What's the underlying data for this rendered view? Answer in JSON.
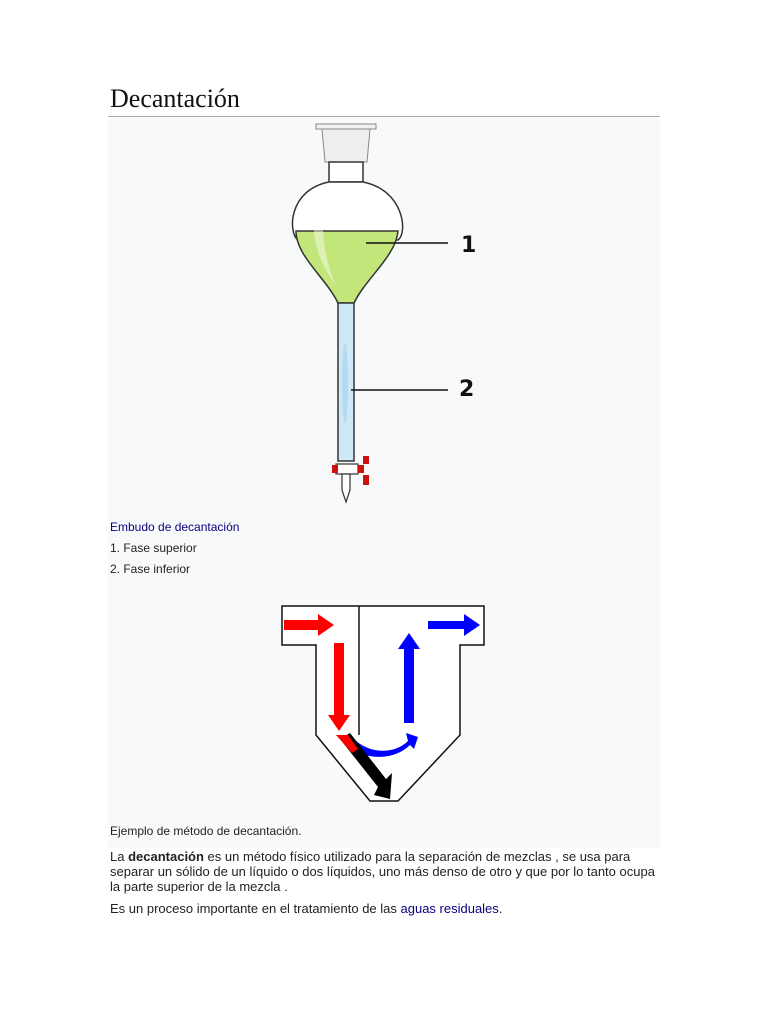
{
  "page": {
    "title": "Decantación"
  },
  "figure1": {
    "label_1": "1",
    "label_2": "2",
    "caption_link": "Embudo de decantación",
    "caption_item1": "1. Fase superior",
    "caption_item2": "2. Fase inferior",
    "colors": {
      "upper_phase": "#c2e67a",
      "lower_phase": "#cfe8f5",
      "stopcock": "#cc1111"
    }
  },
  "figure2": {
    "caption": "Ejemplo de método de decantación.",
    "colors": {
      "inflow_arrow": "#ff0000",
      "outflow_arrow": "#0000ff",
      "sediment_arrow": "#000000"
    }
  },
  "body": {
    "p1_prefix": "La ",
    "p1_bold": "decantación",
    "p1_rest": " es un método físico utilizado para la separación de mezclas , se usa para separar un sólido de un líquido o dos líquidos, uno más denso de otro y que por lo tanto ocupa la parte superior de la mezcla .",
    "p2_prefix": "Es un proceso importante en el tratamiento de las ",
    "p2_link": "aguas residuales",
    "p2_suffix": "."
  }
}
